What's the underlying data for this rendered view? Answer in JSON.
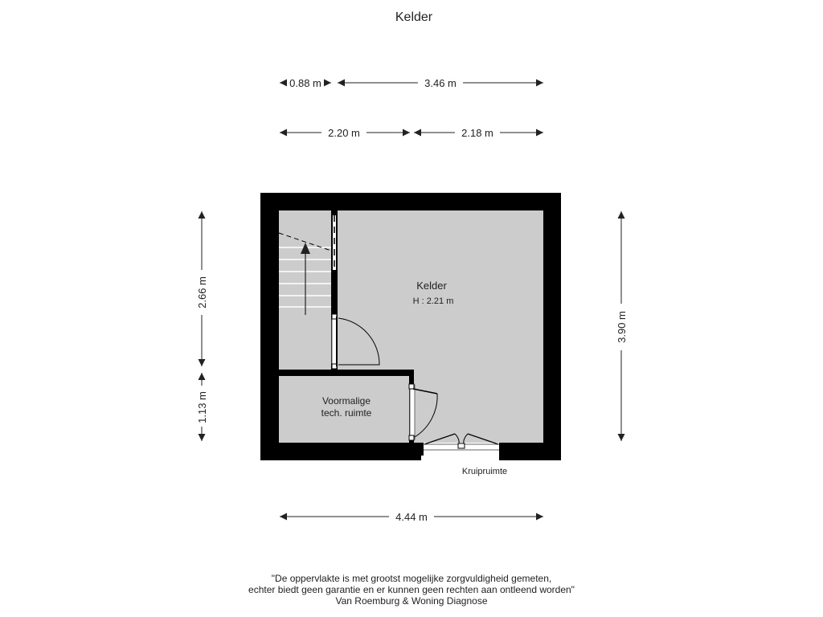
{
  "title": "Kelder",
  "dimensions": {
    "top_row_1": [
      "0.88 m",
      "3.46 m"
    ],
    "top_row_2": [
      "2.20 m",
      "2.18 m"
    ],
    "left": [
      "2.66 m",
      "1.13 m"
    ],
    "right": "3.90 m",
    "bottom": "4.44 m"
  },
  "rooms": {
    "kelder": {
      "name": "Kelder",
      "height": "H : 2.21 m"
    },
    "tech_room": {
      "line1": "Voormalige",
      "line2": "tech. ruimte"
    },
    "crawlspace": "Kruipruimte"
  },
  "disclaimer": {
    "line1": "\"De oppervlakte is met grootst mogelijke zorgvuldigheid gemeten,",
    "line2": "echter biedt geen garantie en er kunnen geen rechten aan ontleend worden\"",
    "line3": "Van Roemburg & Woning Diagnose"
  },
  "colors": {
    "wall": "#000000",
    "floor": "#cccccc",
    "text": "#222222"
  }
}
